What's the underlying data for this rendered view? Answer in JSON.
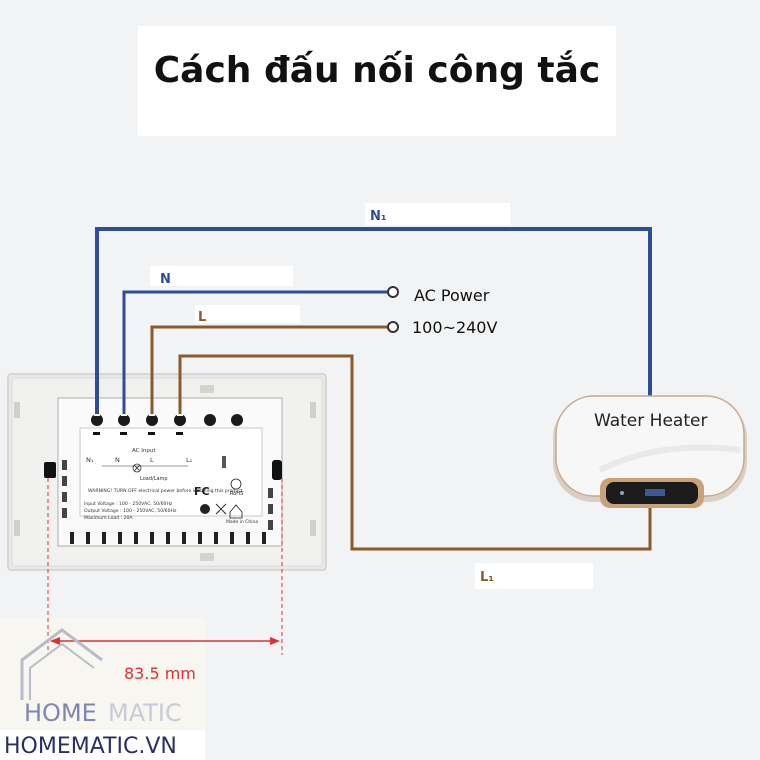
{
  "title": "Cách đấu nối công tắc",
  "wires": {
    "n1": "N₁",
    "n": "N",
    "l": "L",
    "l1": "L₁"
  },
  "ac_power": {
    "line1": "AC Power",
    "line2": "100~240V"
  },
  "water_heater": "Water Heater",
  "dimension": "83.5 mm",
  "switch_labels": {
    "n1": "N₁",
    "n": "N",
    "ac_input": "AC Input",
    "l": "L",
    "l1": "L₁",
    "load": "Load/Lamp",
    "warning": "WARNING! TURN OFF electrical power before installing this product.",
    "input_voltage": "Input Voltage : 100 - 250VAC, 50/60Hz",
    "output_voltage": "Output Voltage : 100 - 250VAC, 50/60Hz",
    "max_load": "Maximum Load : 20A",
    "made_in": "Made in China",
    "rohs": "RoHS"
  },
  "logo": {
    "home": "HOME",
    "matic": "MATIC"
  },
  "website": "HOMEMATIC.VN",
  "colors": {
    "blue_wire": "#2e4c9a",
    "brown_wire": "#8b5a2b",
    "dimension_red": "#e03030"
  }
}
